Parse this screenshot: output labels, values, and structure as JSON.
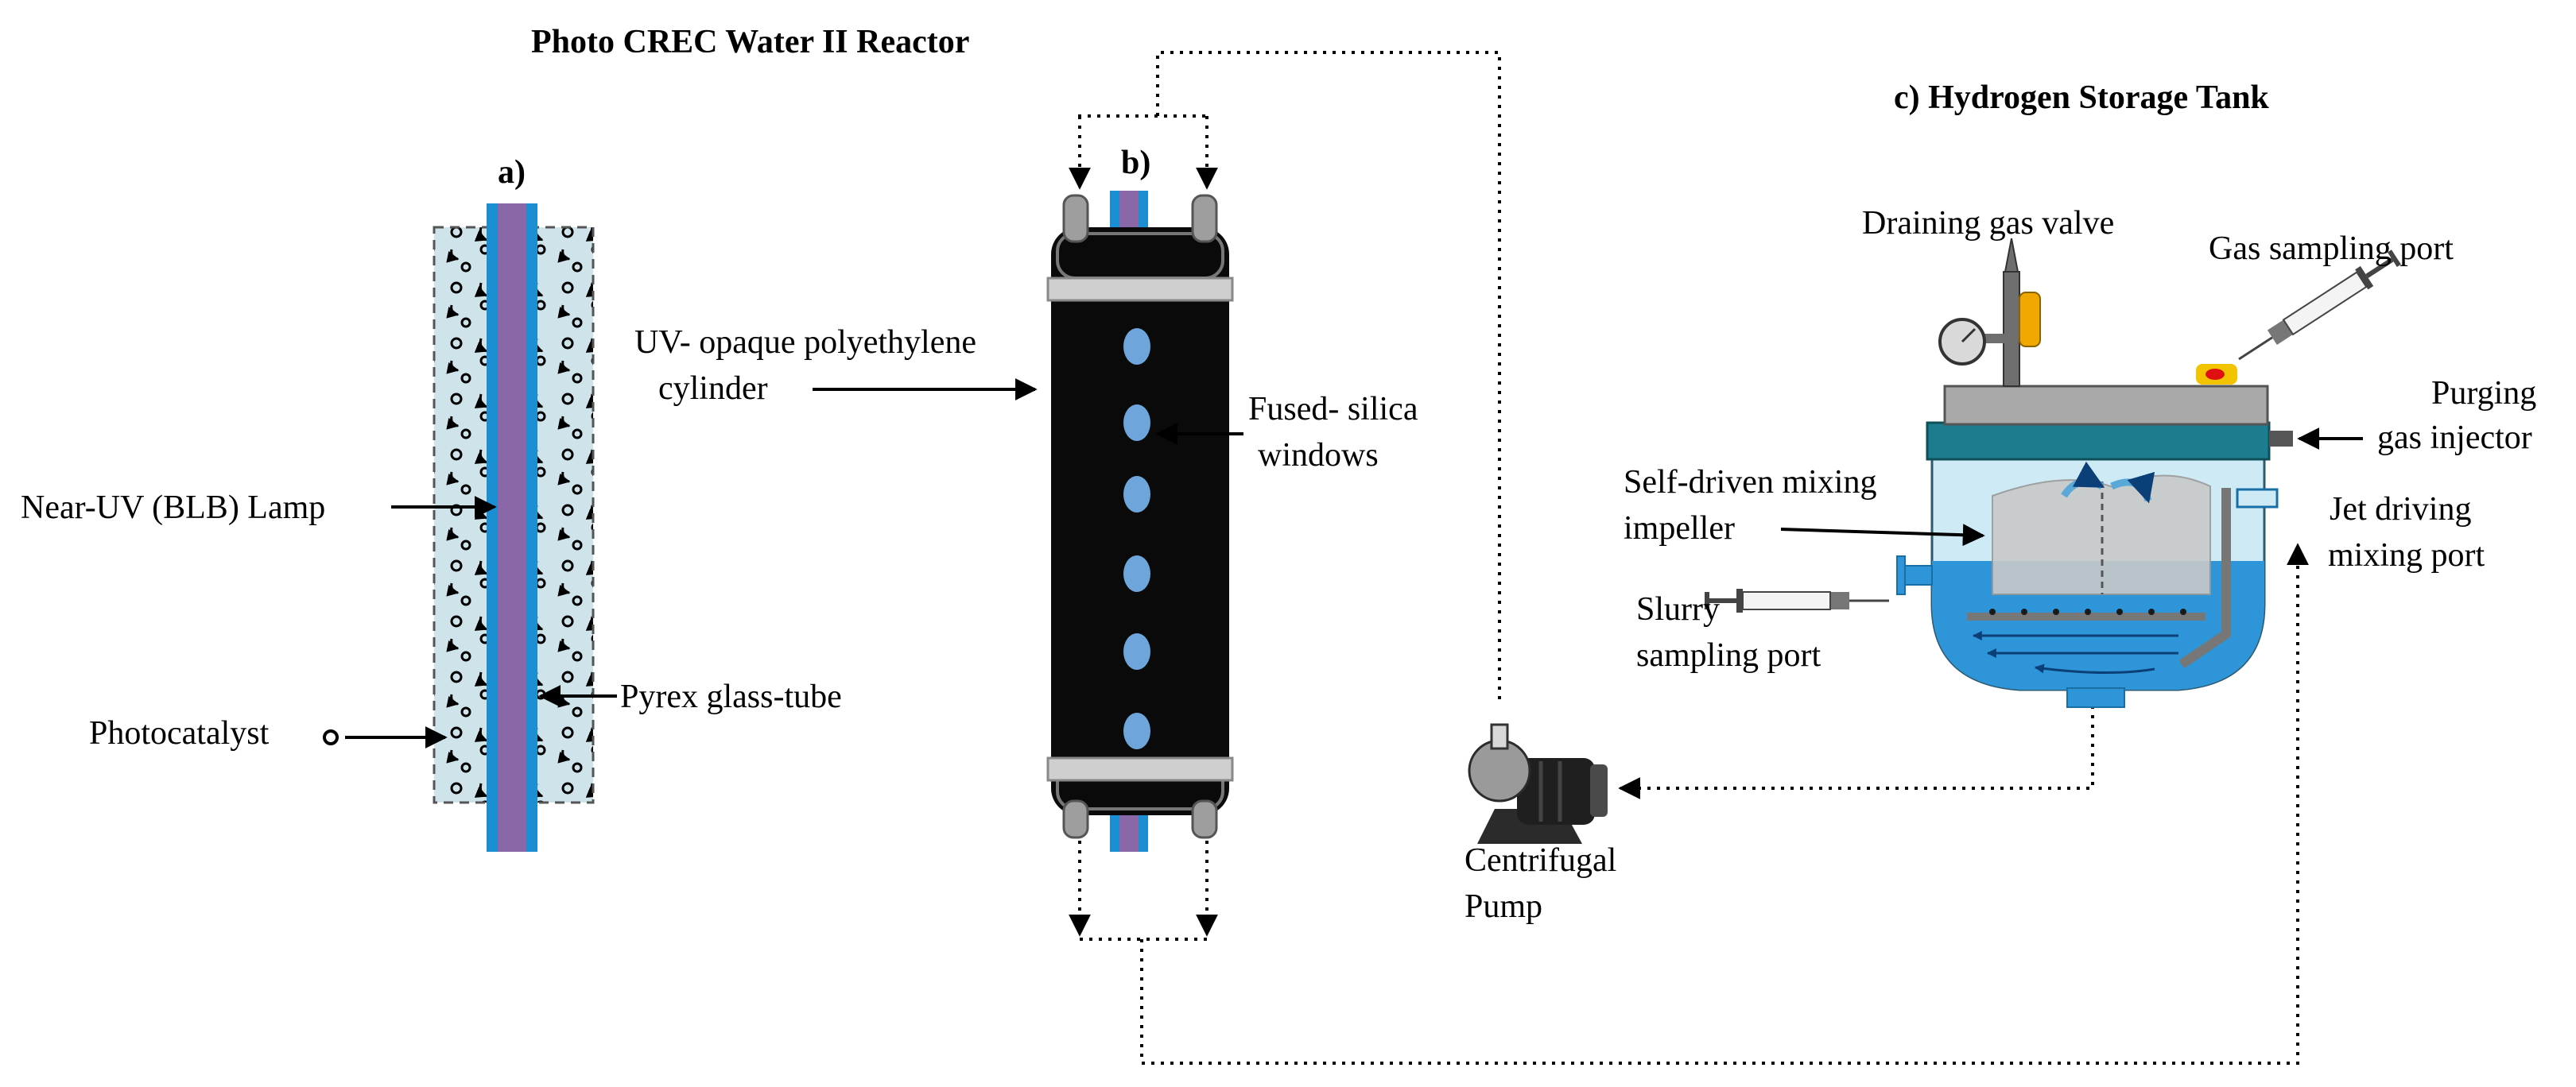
{
  "figure": {
    "title": "Photo CREC Water II Reactor",
    "panel_a": {
      "letter": "a)",
      "labels": {
        "lamp": "Near-UV (BLB) Lamp",
        "tube": "Pyrex glass-tube",
        "catalyst": "Photocatalyst"
      }
    },
    "panel_b": {
      "letter": "b)",
      "labels": {
        "cylinder_line1": "UV- opaque polyethylene",
        "cylinder_line2": "cylinder",
        "windows_line1": "Fused- silica",
        "windows_line2": "windows"
      }
    },
    "panel_c": {
      "title": "c) Hydrogen Storage Tank",
      "labels": {
        "draining": "Draining gas valve",
        "gas_sampling": "Gas sampling port",
        "purging_line1": "Purging",
        "purging_line2": "gas injector",
        "impeller_line1": "Self-driven mixing",
        "impeller_line2": "impeller",
        "jet_line1": "Jet driving",
        "jet_line2": "mixing port",
        "slurry_line1": "Slurry",
        "slurry_line2": "sampling port"
      }
    },
    "pump": {
      "line1": "Centrifugal",
      "line2": "Pump"
    },
    "colors": {
      "fluid": "#cfe3ea",
      "lamp": "#8a68a8",
      "tube": "#1b8fd2",
      "reactor_body": "#0a0a0a",
      "window": "#6ea6db",
      "tank_lid": "#a9a9a9",
      "tank_band": "#1c7d8e",
      "slurry": "#2e95d8",
      "gas_space": "#cdeaf5",
      "valve_accent": "#f0a800",
      "port_marker": "#f2c400"
    }
  }
}
